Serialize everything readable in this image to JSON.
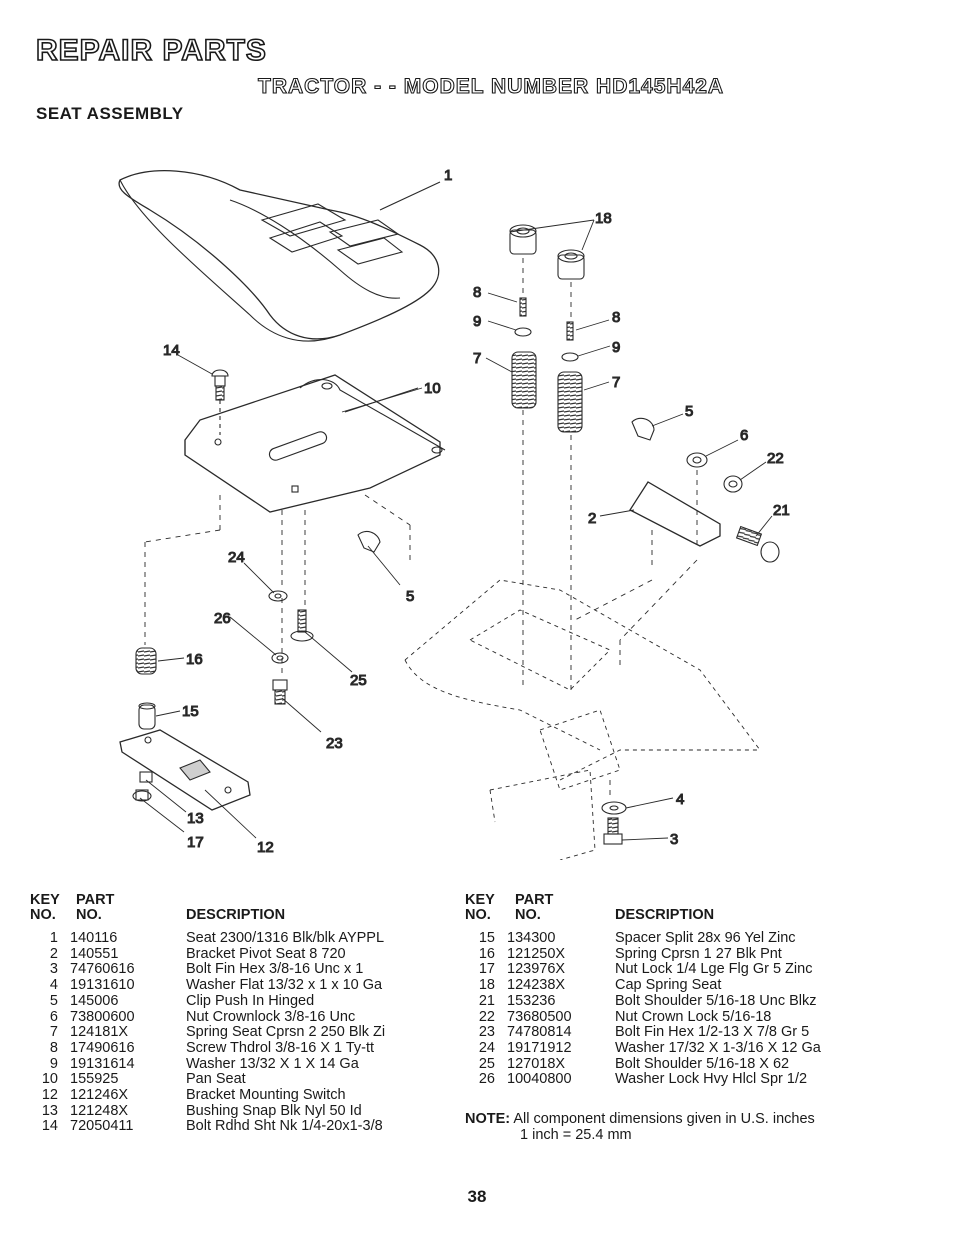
{
  "header": {
    "title": "REPAIR PARTS",
    "subtitle": "TRACTOR - - MODEL NUMBER HD145H42A",
    "section": "SEAT ASSEMBLY"
  },
  "callouts": [
    "1",
    "18",
    "8",
    "9",
    "7",
    "8",
    "9",
    "7",
    "5",
    "6",
    "22",
    "21",
    "2",
    "14",
    "10",
    "24",
    "5",
    "26",
    "16",
    "25",
    "15",
    "23",
    "13",
    "17",
    "12",
    "4",
    "3"
  ],
  "table_headers": {
    "key_line1": "KEY",
    "key_line2": "NO.",
    "part_line1": "PART",
    "part_line2": "NO.",
    "description": "DESCRIPTION"
  },
  "parts_left": [
    {
      "key": "1",
      "part": "140116",
      "desc": "Seat 2300/1316 Blk/blk AYPPL"
    },
    {
      "key": "2",
      "part": "140551",
      "desc": "Bracket Pivot Seat 8 720"
    },
    {
      "key": "3",
      "part": "74760616",
      "desc": "Bolt Fin Hex 3/8-16 Unc x 1"
    },
    {
      "key": "4",
      "part": "19131610",
      "desc": "Washer Flat 13/32 x 1 x 10 Ga"
    },
    {
      "key": "5",
      "part": "145006",
      "desc": "Clip Push In Hinged"
    },
    {
      "key": "6",
      "part": "73800600",
      "desc": "Nut Crownlock 3/8-16 Unc"
    },
    {
      "key": "7",
      "part": "124181X",
      "desc": "Spring Seat Cprsn 2 250 Blk Zi"
    },
    {
      "key": "8",
      "part": "17490616",
      "desc": "Screw Thdrol 3/8-16 X 1 Ty-tt"
    },
    {
      "key": "9",
      "part": "19131614",
      "desc": "Washer 13/32 X 1 X 14 Ga"
    },
    {
      "key": "10",
      "part": "155925",
      "desc": "Pan Seat"
    },
    {
      "key": "12",
      "part": "121246X",
      "desc": "Bracket Mounting Switch"
    },
    {
      "key": "13",
      "part": "121248X",
      "desc": "Bushing Snap Blk Nyl 50 Id"
    },
    {
      "key": "14",
      "part": "72050411",
      "desc": "Bolt Rdhd Sht Nk 1/4-20x1-3/8"
    }
  ],
  "parts_right": [
    {
      "key": "15",
      "part": "134300",
      "desc": "Spacer Split 28x 96 Yel Zinc"
    },
    {
      "key": "16",
      "part": "121250X",
      "desc": "Spring Cprsn 1 27 Blk Pnt"
    },
    {
      "key": "17",
      "part": "123976X",
      "desc": "Nut Lock 1/4 Lge Flg Gr 5 Zinc"
    },
    {
      "key": "18",
      "part": "124238X",
      "desc": "Cap Spring Seat"
    },
    {
      "key": "21",
      "part": "153236",
      "desc": "Bolt Shoulder 5/16-18 Unc Blkz"
    },
    {
      "key": "22",
      "part": "73680500",
      "desc": "Nut Crown Lock 5/16-18"
    },
    {
      "key": "23",
      "part": "74780814",
      "desc": "Bolt Fin Hex 1/2-13 X 7/8 Gr 5"
    },
    {
      "key": "24",
      "part": "19171912",
      "desc": "Washer 17/32 X 1-3/16 X 12 Ga"
    },
    {
      "key": "25",
      "part": "127018X",
      "desc": "Bolt Shoulder 5/16-18 X 62"
    },
    {
      "key": "26",
      "part": "10040800",
      "desc": "Washer Lock Hvy Hlcl Spr 1/2"
    }
  ],
  "note": {
    "label": "NOTE:",
    "line1": "All component dimensions given in U.S. inches",
    "line2": "1 inch = 25.4 mm"
  },
  "page_number": "38"
}
